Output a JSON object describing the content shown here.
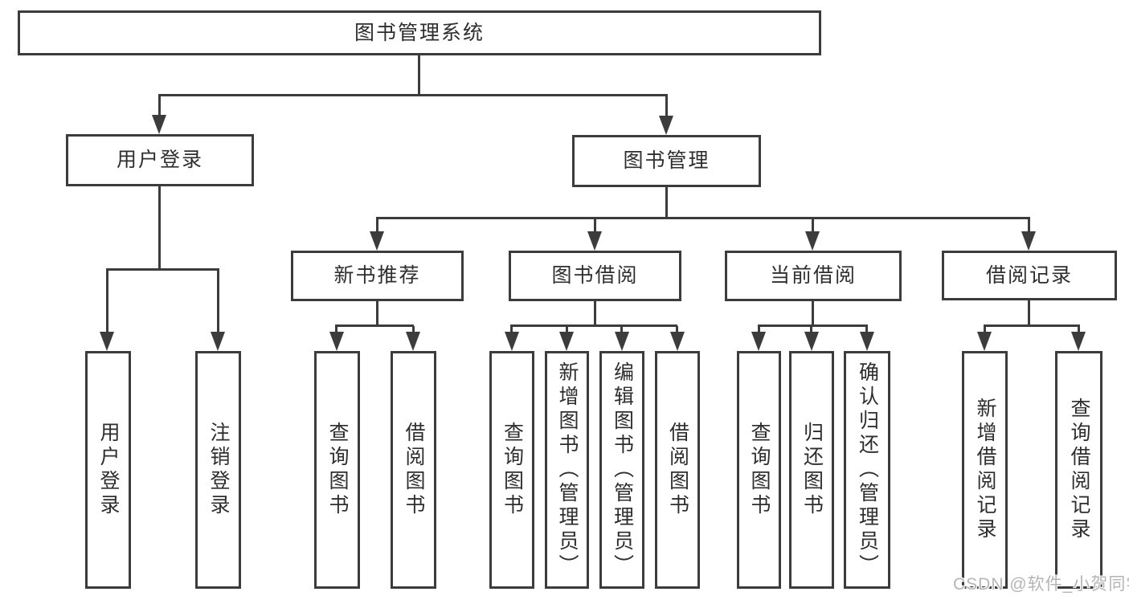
{
  "colors": {
    "background": "#ffffff",
    "line": "#3c3c3c",
    "box_border": "#3c3c3c",
    "text": "#2e2e2e",
    "watermark": "#b5b5b5"
  },
  "root": {
    "label": "图书管理系统"
  },
  "level2": {
    "user_login": {
      "label": "用户登录",
      "leaves": [
        {
          "label": "用户登录"
        },
        {
          "label": "注销登录"
        }
      ]
    },
    "book_mgmt": {
      "label": "图书管理"
    }
  },
  "level3": [
    {
      "label": "新书推荐",
      "leaves": [
        {
          "label": "查询图书"
        },
        {
          "label": "借阅图书"
        }
      ]
    },
    {
      "label": "图书借阅",
      "leaves": [
        {
          "label": "查询图书"
        },
        {
          "label": "新增图书（管理员）"
        },
        {
          "label": "编辑图书（管理员）"
        },
        {
          "label": "借阅图书"
        }
      ]
    },
    {
      "label": "当前借阅",
      "leaves": [
        {
          "label": "查询图书"
        },
        {
          "label": "归还图书"
        },
        {
          "label": "确认归还（管理员）"
        }
      ]
    },
    {
      "label": "借阅记录",
      "leaves": [
        {
          "label": "新增借阅记录"
        },
        {
          "label": "查询借阅记录"
        }
      ]
    }
  ],
  "watermark": {
    "text": "CSDN @软件_小贺同学"
  }
}
